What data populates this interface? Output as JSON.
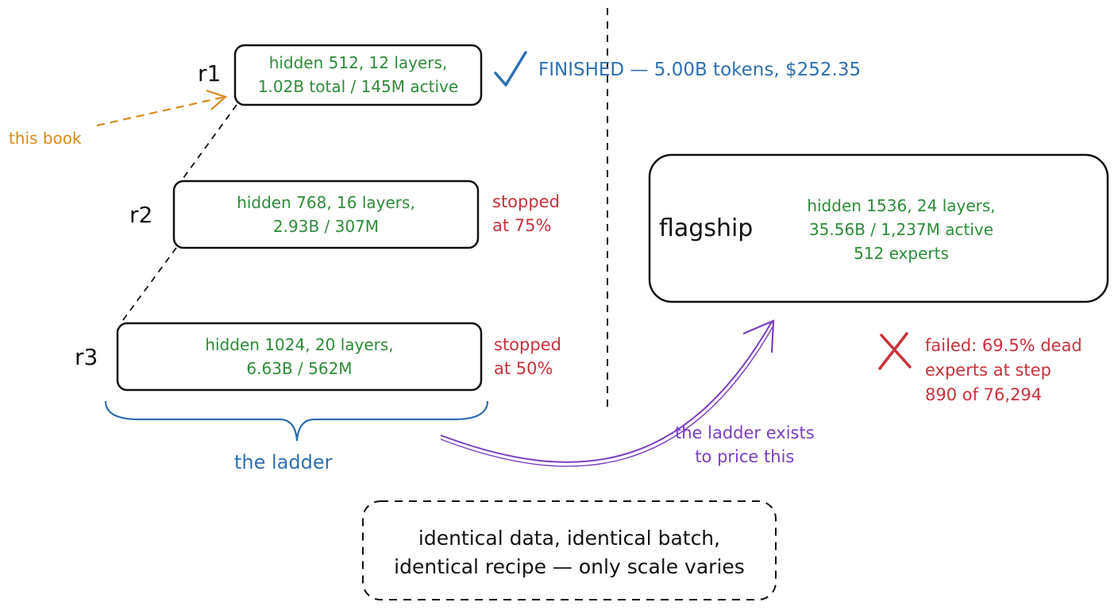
{
  "rungs": [
    {
      "label": "r1",
      "line1": "hidden 512, 12 layers,",
      "line2": "1.02B total / 145M active"
    },
    {
      "label": "r2",
      "line1": "hidden 768, 16 layers,",
      "line2": "2.93B / 307M"
    },
    {
      "label": "r3",
      "line1": "hidden 1024, 20 layers,",
      "line2": "6.63B / 562M"
    }
  ],
  "statuses": {
    "r1": "FINISHED — 5.00B tokens, $252.35",
    "r2_line1": "stopped",
    "r2_line2": "at 75%",
    "r3_line1": "stopped",
    "r3_line2": "at 50%"
  },
  "this_book": "this book",
  "ladder_label": "the ladder",
  "flagship": {
    "label": "flagship",
    "line1": "hidden 1536, 24 layers,",
    "line2": "35.56B / 1,237M active",
    "line3": "512 experts"
  },
  "failure": {
    "line1": "failed: 69.5% dead",
    "line2": "experts at step",
    "line3": "890 of 76,294"
  },
  "arrow_note": {
    "line1": "the ladder exists",
    "line2": "to price this"
  },
  "footer": {
    "line1": "identical data, identical batch,",
    "line2": "identical recipe — only scale varies"
  },
  "colors": {
    "green": "#2e8b3a",
    "red": "#c8323a",
    "blue": "#2f6fb0",
    "orange": "#d98a1c",
    "purple": "#7a3fc0"
  }
}
